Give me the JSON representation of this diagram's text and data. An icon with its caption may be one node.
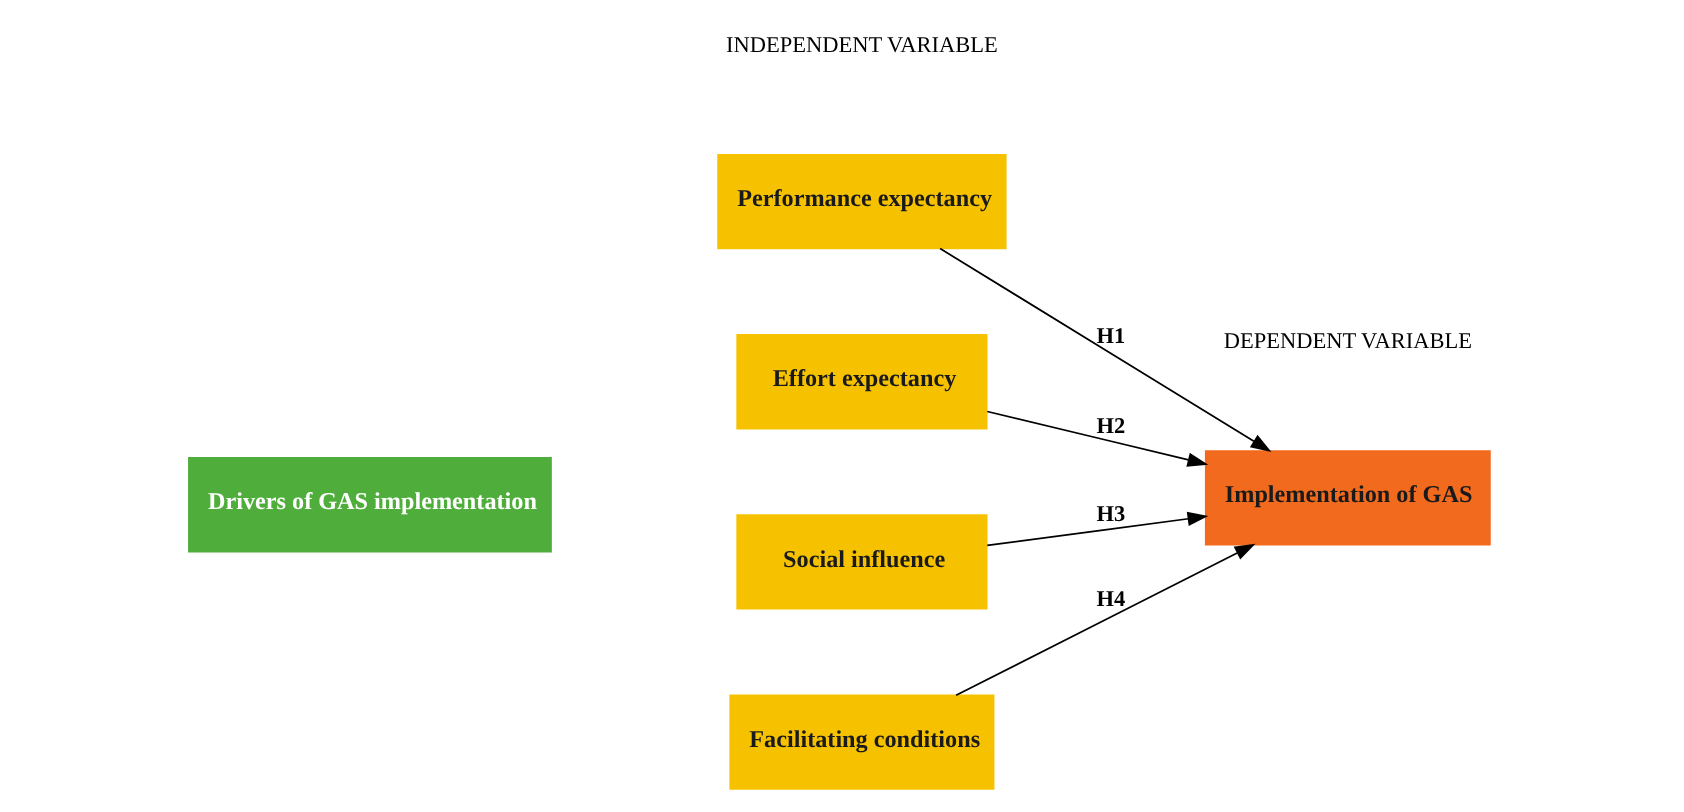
{
  "diagram": {
    "nodes": [
      {
        "text": [
          "Drivers of GAS implementation"
        ]
      },
      {
        "text": [
          "Performance expectancy"
        ]
      },
      {
        "text": [
          "Effort expectancy"
        ]
      },
      {
        "text": [
          "Social influence"
        ]
      },
      {
        "text": [
          "Facilitating conditions"
        ]
      },
      {
        "text": [
          "Implementation of GAS"
        ]
      }
    ],
    "edges": [
      {
        "from": 1,
        "to": 5,
        "label": "H1",
        "arrow": "to"
      },
      {
        "from": 2,
        "to": 5,
        "label": "H2",
        "arrow": "to"
      },
      {
        "from": 3,
        "to": 5,
        "label": "H3",
        "arrow": "to"
      },
      {
        "from": 4,
        "to": 5,
        "label": "H4",
        "arrow": "to"
      }
    ],
    "labels": [
      "INDEPENDENT VARIABLE",
      "DEPENDENT VARIABLE"
    ]
  }
}
